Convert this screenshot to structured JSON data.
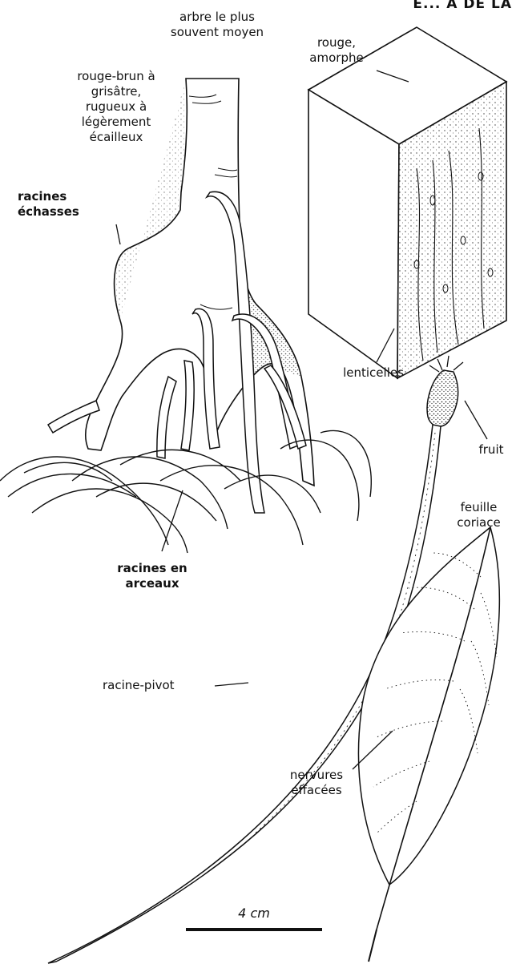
{
  "header_fragment": "E... A DE LA",
  "labels": {
    "tree_size": [
      "arbre le plus",
      "souvent moyen"
    ],
    "bark_color": [
      "rouge-brun à",
      "grisâtre,",
      "rugueux à",
      "légèrement",
      "écailleux"
    ],
    "stilt_roots": [
      "racines",
      "échasses"
    ],
    "wood": [
      "rouge,",
      "amorphe"
    ],
    "lenticels": "lenticelles",
    "fruit": "fruit",
    "leaf": [
      "feuille",
      "coriace"
    ],
    "arch_roots": [
      "racines en",
      "arceaux"
    ],
    "taproot": "racine-pivot",
    "veins": [
      "nervures",
      "effacées"
    ],
    "scale": "4 cm"
  }
}
